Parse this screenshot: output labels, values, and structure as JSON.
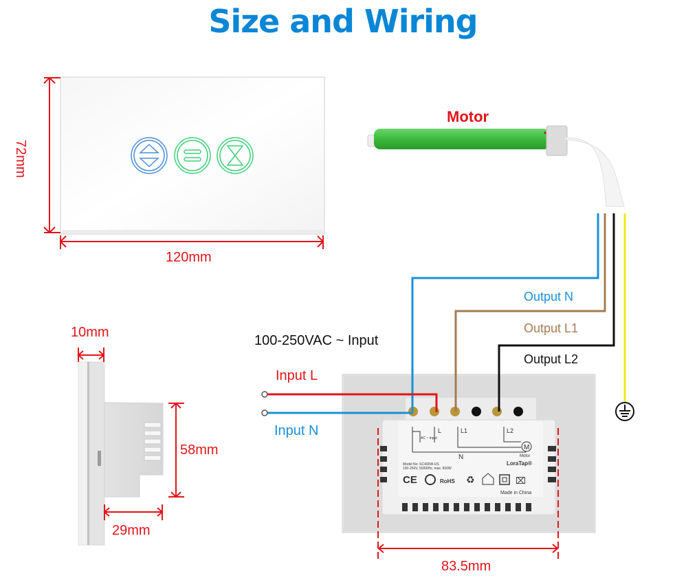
{
  "title": "Size and Wiring",
  "front_view": {
    "height_label": "72mm",
    "width_label": "120mm",
    "buttons": [
      {
        "icon": "up-down-arrows-icon",
        "color": "#4a90d9"
      },
      {
        "icon": "pause-bars-icon",
        "color": "#3fcf7a"
      },
      {
        "icon": "hourglass-stop-icon",
        "color": "#3fcf7a"
      }
    ]
  },
  "side_view": {
    "panel_depth_label": "10mm",
    "body_height_label": "58mm",
    "body_depth_label": "29mm"
  },
  "motor": {
    "label": "Motor",
    "tube_color": "#3cb93c"
  },
  "wiring": {
    "supply_label": "100-250VAC ~ Input",
    "input_l_label": "Input L",
    "input_n_label": "Input N",
    "output_n_label": "Output N",
    "output_l1_label": "Output L1",
    "output_l2_label": "Output L2",
    "wire_colors": {
      "live": "#e0151a",
      "neutral": "#1a8fd8",
      "l1": "#a67b52",
      "l2": "#111111",
      "earth": "#f5ea14"
    }
  },
  "back_view": {
    "width_label": "83.5mm",
    "terminal_labels": [
      "L",
      "L1",
      "L2",
      "N"
    ],
    "ac_input_label": "AC ~ Input",
    "neutral_label": "N",
    "motor_symbol": "M",
    "motor_caption": "Motor",
    "model": "Model No: SC400W-US",
    "specs": "100-250V, 50/60Hz, max. 600W",
    "brand": "LoraTap®",
    "origin": "Made in China",
    "certifications": [
      "CE",
      "RoHS"
    ]
  }
}
